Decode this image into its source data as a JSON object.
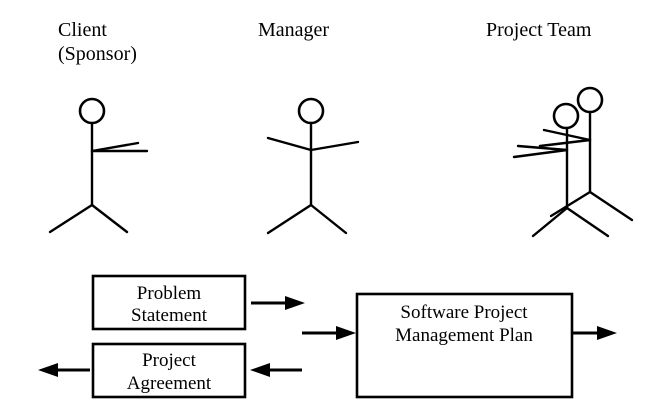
{
  "actors": {
    "client": {
      "line1": "Client",
      "line2": "(Sponsor)"
    },
    "manager": {
      "label": "Manager"
    },
    "team": {
      "label": "Project Team"
    }
  },
  "boxes": {
    "problem_statement": {
      "line1": "Problem",
      "line2": "Statement"
    },
    "project_agreement": {
      "line1": "Project",
      "line2": "Agreement"
    },
    "spmp": {
      "line1": "Software Project",
      "line2": "Management Plan"
    }
  },
  "colors": {
    "line": "#000000",
    "background": "#ffffff"
  }
}
